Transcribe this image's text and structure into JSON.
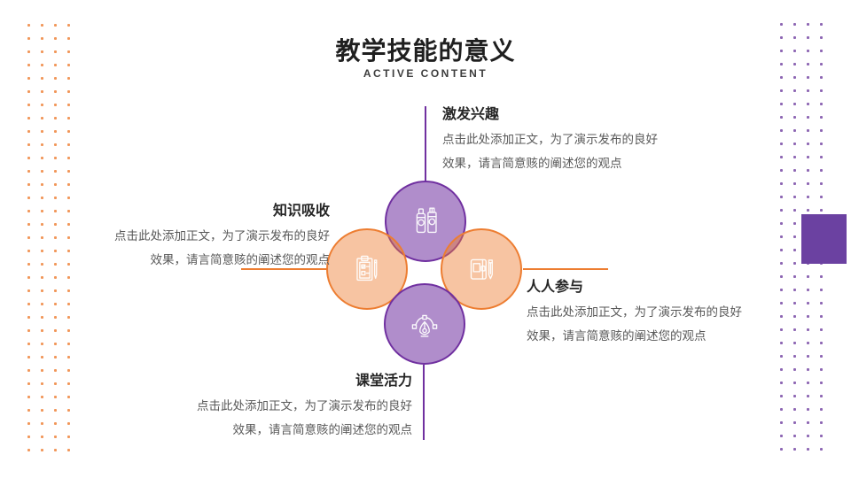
{
  "slide": {
    "title": "教学技能的意义",
    "subtitle": "ACTIVE  CONTENT"
  },
  "items": [
    {
      "heading": "激发兴趣",
      "line1": "点击此处添加正文，为了演示发布的良好",
      "line2": "效果，请言简意赅的阐述您的观点",
      "icon": "marker-pens-icon",
      "circle_color": "purple"
    },
    {
      "heading": "知识吸收",
      "line1": "点击此处添加正文，为了演示发布的良好",
      "line2": "效果，请言简意赅的阐述您的观点",
      "icon": "clipboard-checklist-icon",
      "circle_color": "orange"
    },
    {
      "heading": "人人参与",
      "line1": "点击此处添加正文，为了演示发布的良好",
      "line2": "效果，请言简意赅的阐述您的观点",
      "icon": "notebook-pencil-icon",
      "circle_color": "orange"
    },
    {
      "heading": "课堂活力",
      "line1": "点击此处添加正文，为了演示发布的良好",
      "line2": "效果，请言简意赅的阐述您的观点",
      "icon": "pen-nib-bezier-icon",
      "circle_color": "purple"
    }
  ],
  "colors": {
    "orange": "#ED7D31",
    "purple": "#7030A0",
    "orange_fill": "rgba(237,125,49,0.45)",
    "purple_fill": "rgba(112,48,160,0.55)",
    "square": "#6B41A1",
    "title": "#1F1F1F",
    "subtitle": "#3D3D3D",
    "heading": "#262626",
    "body": "#595959"
  },
  "decor": {
    "dot_grid_columns": 4,
    "dot_grid_rows": 33
  }
}
